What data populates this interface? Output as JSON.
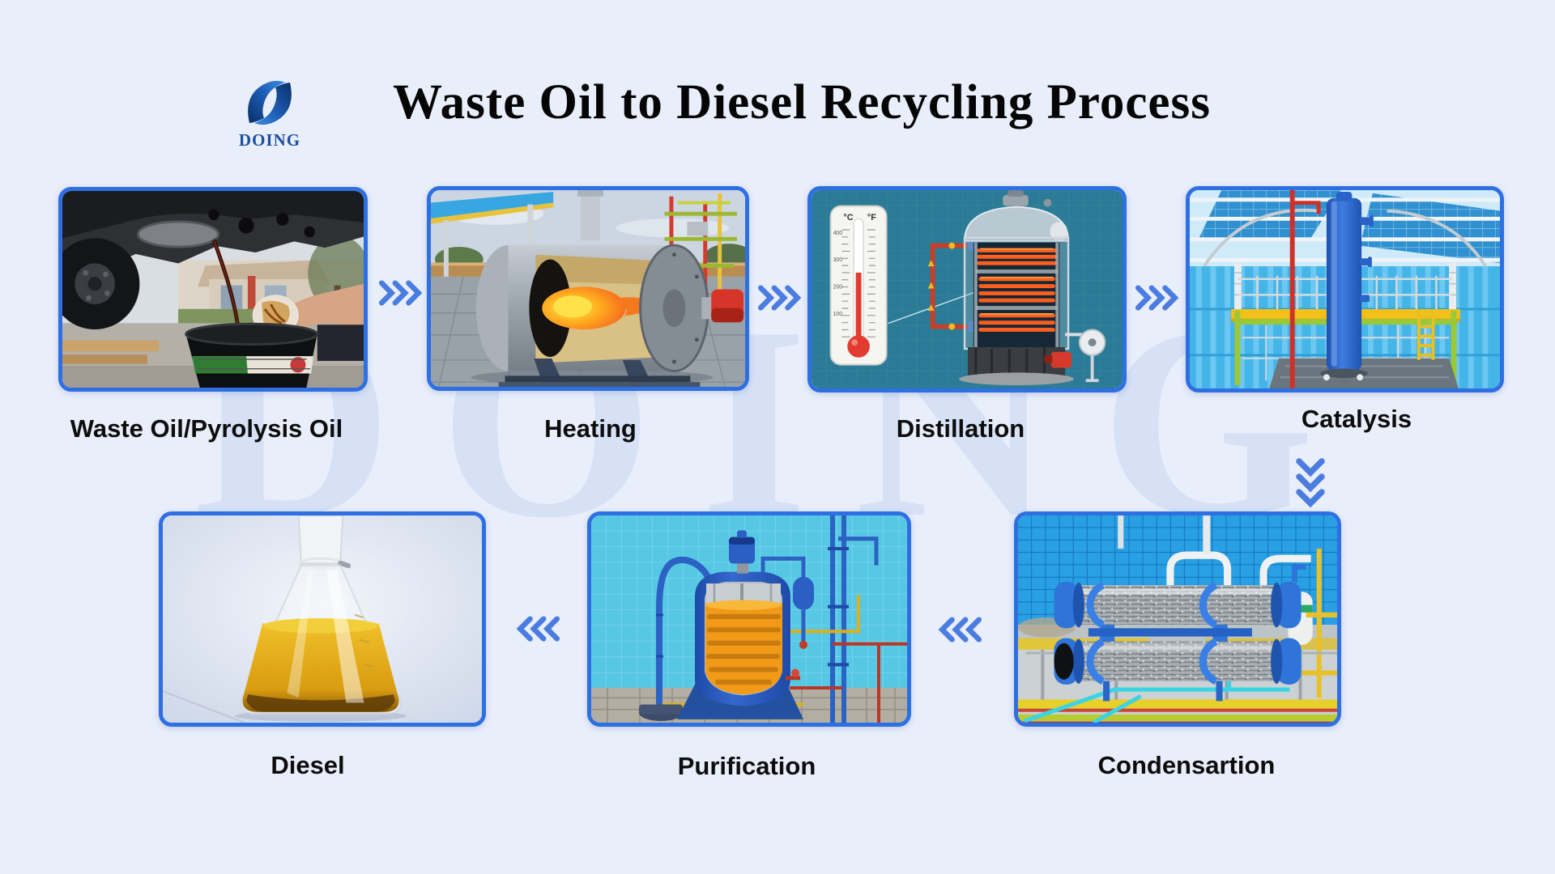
{
  "header": {
    "logo_text": "DOING",
    "title": "Waste Oil to Diesel Recycling Process"
  },
  "watermark_text": "DOING",
  "stages": [
    {
      "id": "waste-oil",
      "label": "Waste Oil/Pyrolysis Oil",
      "image": "draining used motor oil from a car into a black bucket"
    },
    {
      "id": "heating",
      "label": "Heating",
      "image": "horizontal fuel-fired furnace with open flame cutaway"
    },
    {
      "id": "distillation",
      "label": "Distillation",
      "image": "glass distillation tank with glowing coils and thermometer"
    },
    {
      "id": "catalysis",
      "label": "Catalysis",
      "image": "tall blue catalyst column on yellow platform in plant"
    },
    {
      "id": "condensartion",
      "label": "Condensartion",
      "image": "two stacked horizontal condensers with blue end caps"
    },
    {
      "id": "purification",
      "label": "Purification",
      "image": "blue purification vessel cutaway with orange oil coils"
    },
    {
      "id": "diesel",
      "label": "Diesel",
      "image": "conical flask filled with golden diesel fuel"
    }
  ],
  "distillation_gauge": {
    "celsius_label": "°C",
    "fahrenheit_label": "°F",
    "scale_marks": [
      "400",
      "300",
      "200",
      "100"
    ]
  },
  "flow": {
    "row1_direction": "right",
    "row2_direction": "left",
    "connector_style": "triple-chevron"
  },
  "colors": {
    "page_background": "#e9eefb",
    "card_border": "#2e6fe2",
    "arrow_blue": "#4b7ce0",
    "label_text": "#0d0d0d",
    "logo_blue": "#1c4f9e",
    "watermark": "#b2c7ec"
  }
}
